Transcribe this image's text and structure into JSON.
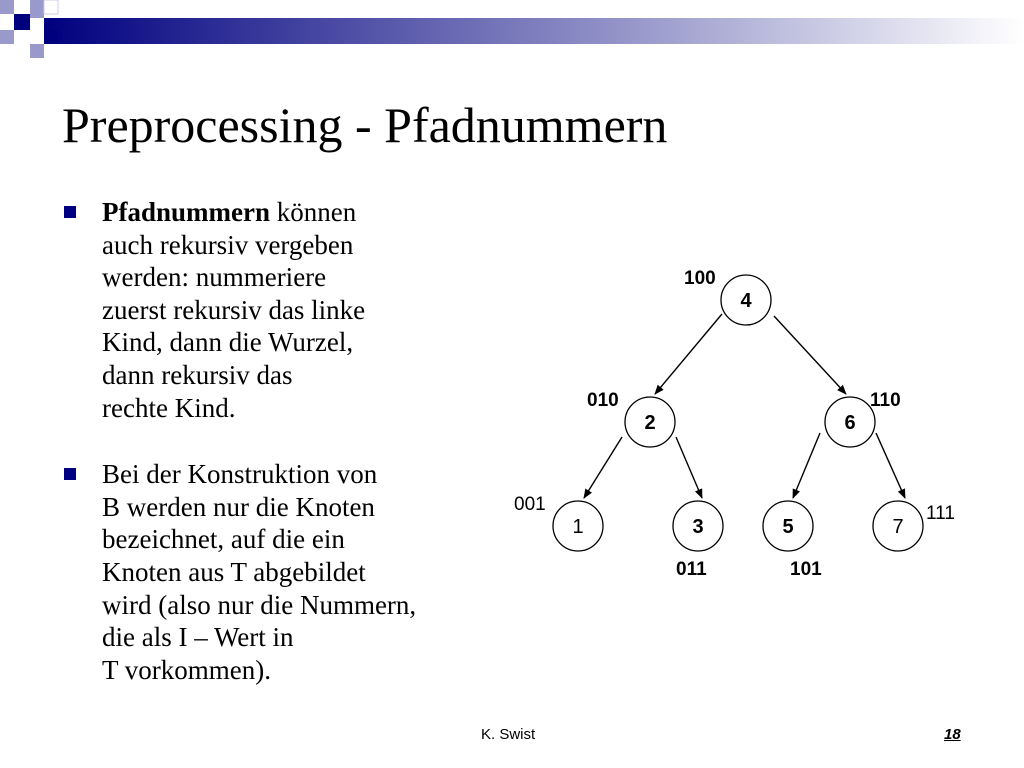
{
  "slide": {
    "title": "Preprocessing - Pfadnummern",
    "bullets": [
      {
        "lead": "Pfadnummern",
        "lines": [
          " können",
          "auch rekursiv vergeben",
          "werden: nummeriere",
          "zuerst rekursiv das linke",
          "Kind, dann die Wurzel,",
          "dann rekursiv das",
          "rechte Kind."
        ]
      },
      {
        "lines": [
          "Bei der Konstruktion von",
          "B werden nur die Knoten",
          "bezeichnet, auf die ein",
          "Knoten aus T abgebildet",
          "wird (also nur die Nummern,",
          "die als I – Wert in",
          "T vorkommen)."
        ]
      }
    ]
  },
  "tree": {
    "nodes": [
      {
        "id": "4",
        "label": "4",
        "path": "100",
        "bold": true
      },
      {
        "id": "2",
        "label": "2",
        "path": "010",
        "bold": true
      },
      {
        "id": "6",
        "label": "6",
        "path": "110",
        "bold": true
      },
      {
        "id": "1",
        "label": "1",
        "path": "001",
        "bold": false
      },
      {
        "id": "3",
        "label": "3",
        "path": "011",
        "bold": true
      },
      {
        "id": "5",
        "label": "5",
        "path": "101",
        "bold": true
      },
      {
        "id": "7",
        "label": "7",
        "path": "111",
        "bold": false
      }
    ],
    "edges": [
      [
        "4",
        "2"
      ],
      [
        "4",
        "6"
      ],
      [
        "2",
        "1"
      ],
      [
        "2",
        "3"
      ],
      [
        "6",
        "5"
      ],
      [
        "6",
        "7"
      ]
    ]
  },
  "footer": {
    "author": "K. Swist",
    "page": "18"
  },
  "colors": {
    "bullet": "#000080",
    "deco_dark": "#00007f",
    "deco_light": "#9999cc"
  }
}
